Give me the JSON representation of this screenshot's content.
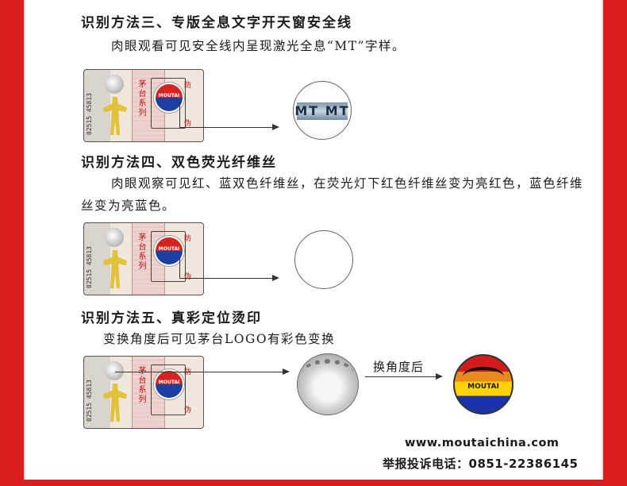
{
  "sections": [
    {
      "heading": "识别方法三、专版全息文字开天窗安全线",
      "text": "肉眼观看可见安全线内呈现激光全息“MT”字样。",
      "result_text": "MT MT"
    },
    {
      "heading": "识别方法四、双色荧光纤维丝",
      "text": "肉眼观察可见红、蓝双色纤维丝，在荧光灯下红色纤维丝变为亮红色，蓝色纤维丝变为亮蓝色。"
    },
    {
      "heading": "识别方法五、真彩定位烫印",
      "text": "变换角度后可见茅台LOGO有彩色变换",
      "after_label": "换角度后",
      "logo_text": "MOUTAI"
    }
  ],
  "card": {
    "serial": "02515 45813",
    "vertical_chars": "茅台系列",
    "brand": "MOUTAI",
    "mark_top": "防",
    "mark_bottom": "伪"
  },
  "footer": {
    "url": "www.moutaichina.com",
    "hotline": "举报投诉电话：0851-22386145"
  },
  "colors": {
    "frame": "#d81e1e",
    "logo_red": "#d21c1c",
    "logo_blue": "#1a33a8",
    "logo_yellow": "#ffd200"
  }
}
